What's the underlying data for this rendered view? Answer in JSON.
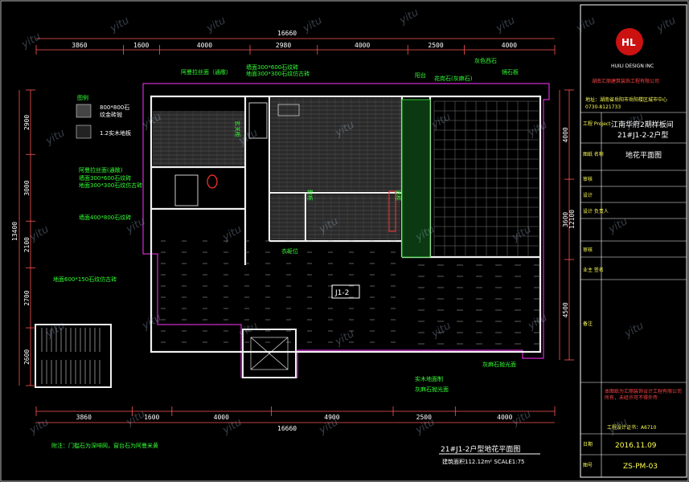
{
  "dims": {
    "top": [
      "3860",
      "1600",
      "4000",
      "2980",
      "4000",
      "2500",
      "4000"
    ],
    "top_total": "16660",
    "bottom": [
      "3860",
      "1600",
      "4000",
      "4900",
      "2500",
      "4000"
    ],
    "bottom_total": "16660",
    "left": [
      "2900",
      "3000",
      "2100",
      "2700",
      "2600"
    ],
    "left_total": "13400",
    "right": [
      "4000",
      "3600",
      "4500"
    ],
    "right_total": "12100"
  },
  "notes": {
    "legend_title": "图例",
    "legend_tile": "800*800石",
    "legend_tile2": "纹金砖抛",
    "legend_wood": "1.2实木地板",
    "top_left": "阿曼拉丝面（通敞）",
    "top_mid1": "墙面300*600石纹砖",
    "top_mid2": "地面300*300石纹仿古砖",
    "top_right1": "灰色西石",
    "top_right2": "镜石板",
    "right_band": "花岗石(灰麻石)",
    "right_band2": "阳台",
    "left_mid1": "阿曼拉丝面(通敞)",
    "left_mid2": "墙面300*600石纹砖",
    "left_mid3": "地面300*300石纹仿古砖",
    "left_mid4": "墙面400*800石纹砖",
    "left_low": "地面600*150石纹仿古砖",
    "mid_label": "玄关柜",
    "mid_label2": "鞋柜",
    "mid_label3": "衣柜",
    "cabinet": "衣柜位",
    "bottom_right1": "实木地面制",
    "bottom_right2": "灰麻石抛光面",
    "bottom_right3": "灰麻石抛光面",
    "footnote": "附注：门槛石为深啡网，窗台石为阿曼米黄",
    "unit_tag": "J1-2"
  },
  "title": {
    "main": "21#J1-2户型地花平面图",
    "area": "建筑面积112.12m²  SCALE1:75"
  },
  "titleblock": {
    "company_en": "HUILI DESIGN INC",
    "company_cn": "湖南汇丽建筑装饰工程有限公司",
    "address": "地址：湖南省岳阳市岳阳楼区城市中心",
    "tel": "0730-8121733",
    "project_label": "工程\nProject",
    "project_value": "江南华府2期样板间",
    "project_value2": "21#J1-2-2户型",
    "drawing_label": "图纸\n名称",
    "drawing_value": "地花平面图",
    "rows": [
      "审核",
      "设计",
      "设计\n负责人",
      "审核",
      "业主\n签名"
    ],
    "remark_label": "备注",
    "notice": "本图纸为汇丽装饰设计工程有限公司所有，未经许可不得外传",
    "cert": "工程设计证书：A6710",
    "date_label": "日期",
    "date": "2016.11.09",
    "no_label": "图号",
    "no": "ZS-PM-03"
  },
  "watermark": "yitu"
}
